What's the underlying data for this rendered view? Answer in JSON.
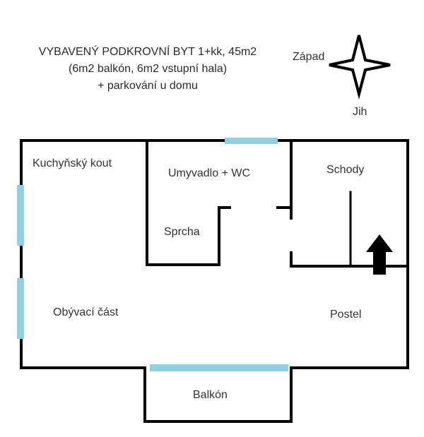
{
  "heading": {
    "line1": "VYBAVENÝ PODKROVNÍ BYT 1+kk, 45m2",
    "line2": "(6m2 balkón, 6m2 vstupní hala)",
    "line3": "+ parkování u domu"
  },
  "compass": {
    "west_label": "Západ",
    "south_label": "Jih"
  },
  "rooms": {
    "kitchen": "Kuchyňský kout",
    "bathroom": "Umyvadlo + WC",
    "shower": "Sprcha",
    "stairs": "Schody",
    "living": "Obývací část",
    "bed": "Postel",
    "balcony": "Balkón"
  },
  "colors": {
    "wall": "#000000",
    "window": "#8fd0e3",
    "text": "#333333"
  }
}
